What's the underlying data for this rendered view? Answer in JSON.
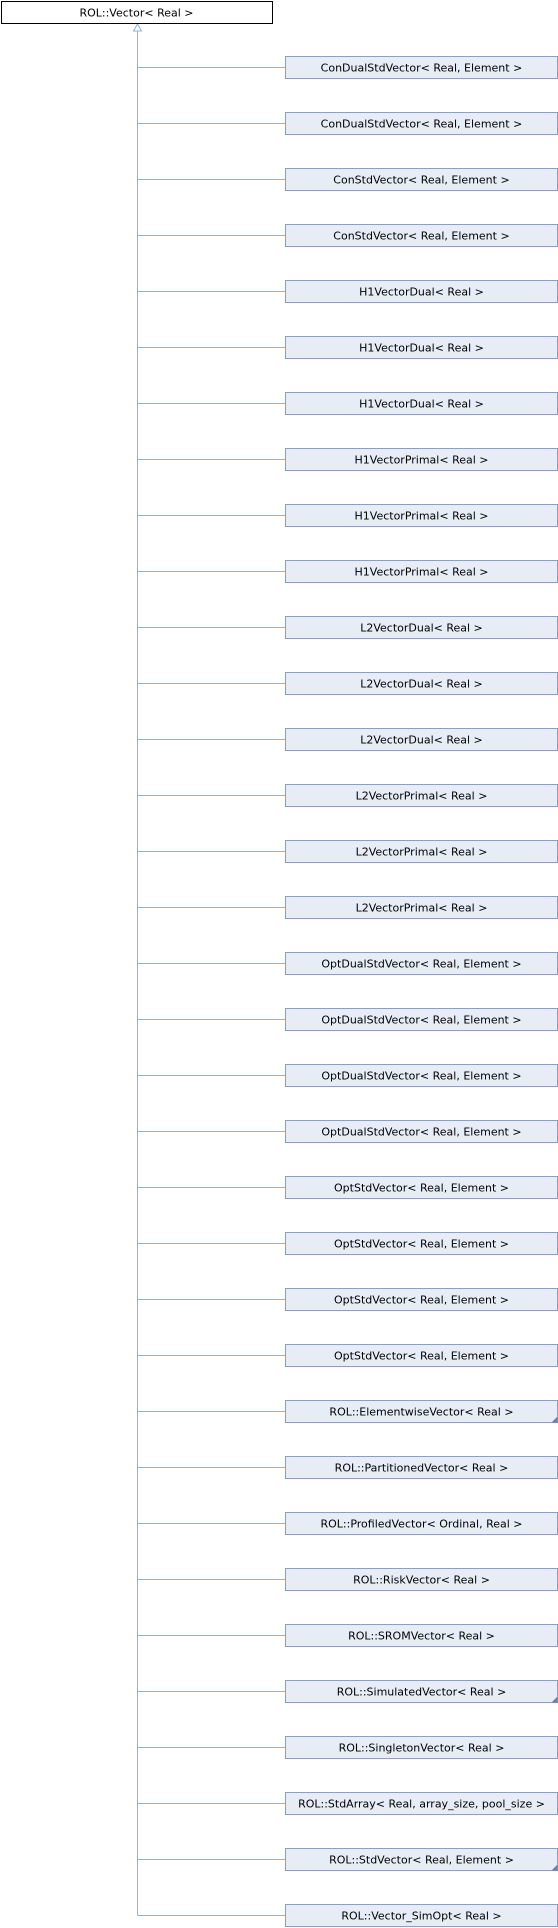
{
  "root": {
    "label": "ROL::Vector< Real >"
  },
  "children": [
    {
      "label": "ConDualStdVector< Real, Element >",
      "more": false
    },
    {
      "label": "ConDualStdVector< Real, Element >",
      "more": false
    },
    {
      "label": "ConStdVector< Real, Element >",
      "more": false
    },
    {
      "label": "ConStdVector< Real, Element >",
      "more": false
    },
    {
      "label": "H1VectorDual< Real >",
      "more": false
    },
    {
      "label": "H1VectorDual< Real >",
      "more": false
    },
    {
      "label": "H1VectorDual< Real >",
      "more": false
    },
    {
      "label": "H1VectorPrimal< Real >",
      "more": false
    },
    {
      "label": "H1VectorPrimal< Real >",
      "more": false
    },
    {
      "label": "H1VectorPrimal< Real >",
      "more": false
    },
    {
      "label": "L2VectorDual< Real >",
      "more": false
    },
    {
      "label": "L2VectorDual< Real >",
      "more": false
    },
    {
      "label": "L2VectorDual< Real >",
      "more": false
    },
    {
      "label": "L2VectorPrimal< Real >",
      "more": false
    },
    {
      "label": "L2VectorPrimal< Real >",
      "more": false
    },
    {
      "label": "L2VectorPrimal< Real >",
      "more": false
    },
    {
      "label": "OptDualStdVector< Real, Element >",
      "more": false
    },
    {
      "label": "OptDualStdVector< Real, Element >",
      "more": false
    },
    {
      "label": "OptDualStdVector< Real, Element >",
      "more": false
    },
    {
      "label": "OptDualStdVector< Real, Element >",
      "more": false
    },
    {
      "label": "OptStdVector< Real, Element >",
      "more": false
    },
    {
      "label": "OptStdVector< Real, Element >",
      "more": false
    },
    {
      "label": "OptStdVector< Real, Element >",
      "more": false
    },
    {
      "label": "OptStdVector< Real, Element >",
      "more": false
    },
    {
      "label": "ROL::ElementwiseVector< Real >",
      "more": true
    },
    {
      "label": "ROL::PartitionedVector< Real >",
      "more": false
    },
    {
      "label": "ROL::ProfiledVector< Ordinal, Real >",
      "more": false
    },
    {
      "label": "ROL::RiskVector< Real >",
      "more": false
    },
    {
      "label": "ROL::SROMVector< Real >",
      "more": false
    },
    {
      "label": "ROL::SimulatedVector< Real >",
      "more": true
    },
    {
      "label": "ROL::SingletonVector< Real >",
      "more": false
    },
    {
      "label": "ROL::StdArray< Real, array_size, pool_size >",
      "more": false
    },
    {
      "label": "ROL::StdVector< Real, Element >",
      "more": true
    },
    {
      "label": "ROL::Vector_SimOpt< Real >",
      "more": false
    }
  ],
  "colors": {
    "root_fill": "#ffffff",
    "root_stroke": "#000000",
    "child_fill": "#e8ecf7",
    "child_stroke": "#8a9fc7",
    "edge": "#8ab4e0",
    "more_marker": "#6a7fa8"
  }
}
